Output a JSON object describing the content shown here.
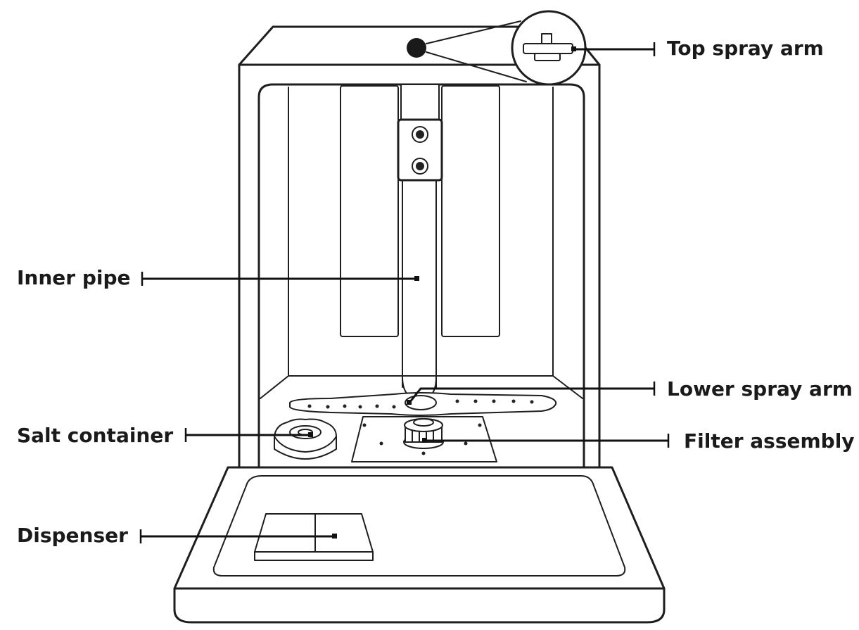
{
  "labels": {
    "top_spray_arm": "Top spray arm",
    "inner_pipe": "Inner pipe",
    "lower_spray_arm": "Lower spray arm",
    "salt_container": "Salt container",
    "filter_assembly": "Filter assembly",
    "dispenser": "Dispenser"
  }
}
